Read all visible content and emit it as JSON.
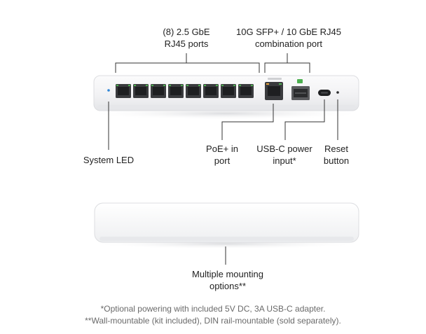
{
  "labels": {
    "rj45_ports": [
      "(8) 2.5 GbE",
      "RJ45 ports"
    ],
    "sfp_combo": [
      "10G SFP+ / 10 GbE RJ45",
      "combination port"
    ],
    "system_led": [
      "System LED"
    ],
    "poe_port": [
      "PoE+ in",
      "port"
    ],
    "usbc_power": [
      "USB-C power",
      "input*"
    ],
    "reset": [
      "Reset",
      "button"
    ],
    "mounting": [
      "Multiple mounting",
      "options**"
    ]
  },
  "footnotes": [
    "*Optional powering with included 5V DC, 3A USB-C adapter.",
    "**Wall-mountable (kit included), DIN rail-mountable (sold separately)."
  ],
  "colors": {
    "device_body": "#f4f4f5",
    "port_green": "#4caf50",
    "port_amber": "#e8a23a",
    "led_blue": "#2f86d6",
    "leader_line": "#333333"
  }
}
